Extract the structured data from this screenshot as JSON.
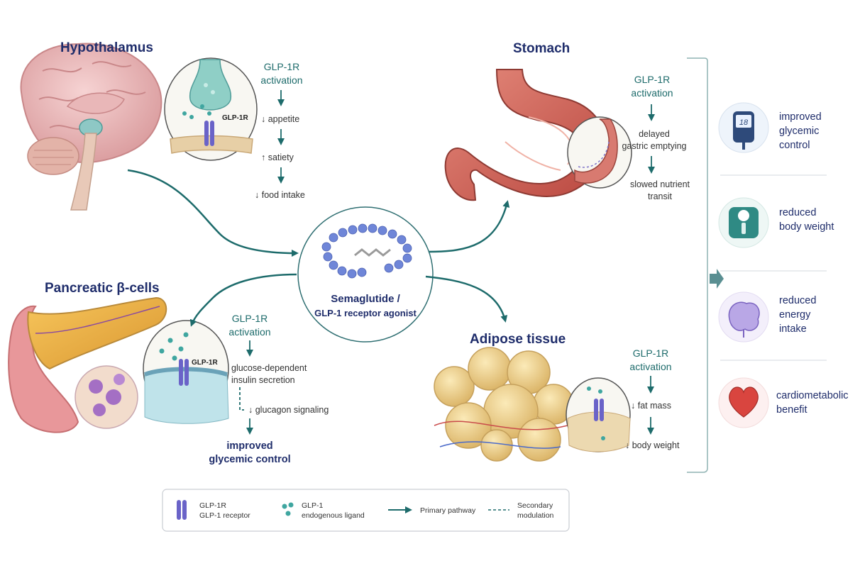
{
  "organs": {
    "hypothalamus": {
      "title": "Hypothalamus",
      "activation": [
        "GLP-1R",
        "activation"
      ],
      "receptor_label": "GLP-1R",
      "steps": [
        "↓ appetite",
        "↑ satiety",
        "↓ food intake"
      ]
    },
    "pancreas": {
      "title": "Pancreatic β-cells",
      "activation": [
        "GLP-1R",
        "activation"
      ],
      "receptor_label": "GLP-1R",
      "steps": [
        "glucose-dependent",
        "insulin secretion",
        "↓ glucagon signaling"
      ],
      "outcome": [
        "improved",
        "glycemic control"
      ]
    },
    "stomach": {
      "title": "Stomach",
      "activation": [
        "GLP-1R",
        "activation"
      ],
      "steps": [
        "delayed",
        "gastric emptying",
        "slowed nutrient",
        "transit"
      ]
    },
    "adipose": {
      "title": "Adipose tissue",
      "activation": [
        "GLP-1R",
        "activation"
      ],
      "steps": [
        "↓ fat mass",
        "↓ body weight"
      ]
    }
  },
  "center": {
    "label_line1": "Semaglutide /",
    "label_line2": "GLP-1 receptor agonist"
  },
  "outcomes": [
    {
      "icon": "glucose-meter-icon",
      "meter_value": "18",
      "lines": [
        "improved",
        "glycemic",
        "control"
      ]
    },
    {
      "icon": "scale-icon",
      "lines": [
        "reduced",
        "body weight"
      ]
    },
    {
      "icon": "brain-icon",
      "lines": [
        "reduced",
        "energy",
        "intake"
      ]
    },
    {
      "icon": "heart-icon",
      "lines": [
        "cardiometabolic",
        "benefit"
      ]
    }
  ],
  "legend": {
    "receptor": [
      "GLP-1R",
      "GLP-1 receptor"
    ],
    "ligand": [
      "GLP-1",
      "endogenous ligand"
    ],
    "primary": "Primary pathway",
    "secondary": [
      "Secondary",
      "modulation"
    ]
  },
  "colors": {
    "arrow": "#1d6b6b",
    "title": "#1f2d6b",
    "receptor": "#6a63c8",
    "ligand": "#3fa6a0"
  }
}
